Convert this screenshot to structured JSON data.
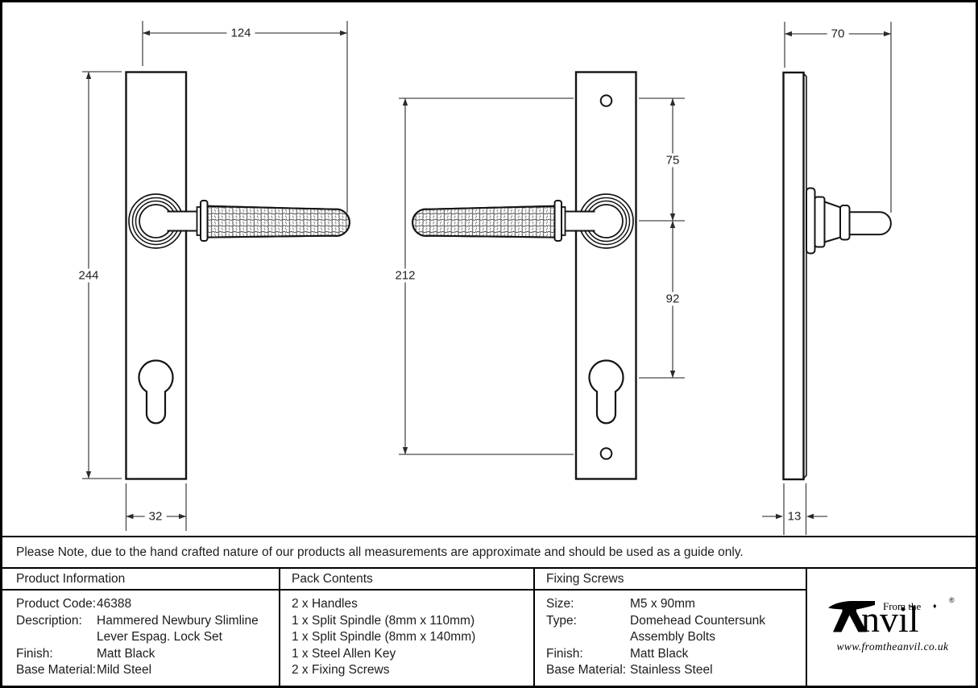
{
  "note": "Please Note, due to the hand crafted nature of our products all measurements are approximate and should be used as a guide only.",
  "dimensions": {
    "front_width": "124",
    "plate_height": "244",
    "plate_width": "32",
    "screw_centres": "212",
    "hole_to_handle": "75",
    "handle_to_keyhole": "92",
    "side_projection": "70",
    "plate_thickness": "13"
  },
  "product_information": {
    "header": "Product Information",
    "rows": [
      {
        "label": "Product Code:",
        "value": "46388"
      },
      {
        "label": "Description:",
        "value": "Hammered Newbury Slimline"
      },
      {
        "label": "",
        "value": "Lever Espag. Lock Set"
      },
      {
        "label": "Finish:",
        "value": "Matt Black"
      },
      {
        "label": "Base Material:",
        "value": "Mild Steel"
      }
    ]
  },
  "pack_contents": {
    "header": "Pack Contents",
    "items": [
      "2 x Handles",
      "1 x Split Spindle (8mm x 110mm)",
      "1 x Split Spindle (8mm x 140mm)",
      "1 x Steel Allen Key",
      "2 x Fixing Screws"
    ]
  },
  "fixing_screws": {
    "header": "Fixing Screws",
    "rows": [
      {
        "label": "Size:",
        "value": "M5 x 90mm"
      },
      {
        "label": "Type:",
        "value": "Domehead Countersunk"
      },
      {
        "label": "",
        "value": "Assembly Bolts"
      },
      {
        "label": "Finish:",
        "value": "Matt Black"
      },
      {
        "label": "Base Material:",
        "value": "Stainless Steel"
      }
    ]
  },
  "logo": {
    "prefix": "From the",
    "name_rest": "nvil",
    "diamond": "♦",
    "registered": "®",
    "url": "www.fromtheanvil.co.uk"
  },
  "colors": {
    "object_line": "#141414",
    "dimension_line": "#4a4a4a",
    "background": "#ffffff"
  }
}
